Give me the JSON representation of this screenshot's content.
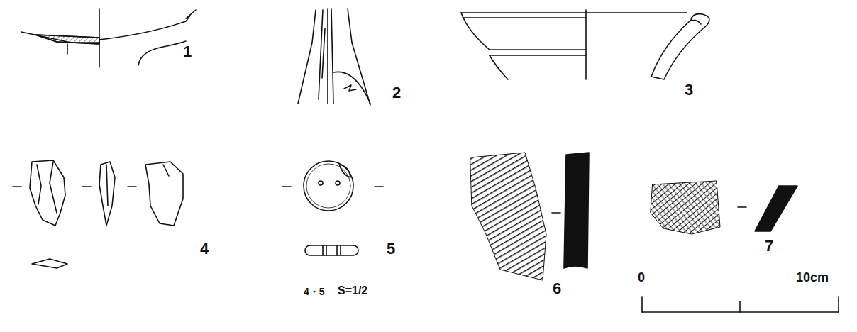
{
  "diagram": {
    "labels": [
      "1",
      "2",
      "3",
      "4",
      "5",
      "6",
      "7",
      "4・5",
      "S=1/2",
      "0",
      "10cm"
    ]
  }
}
